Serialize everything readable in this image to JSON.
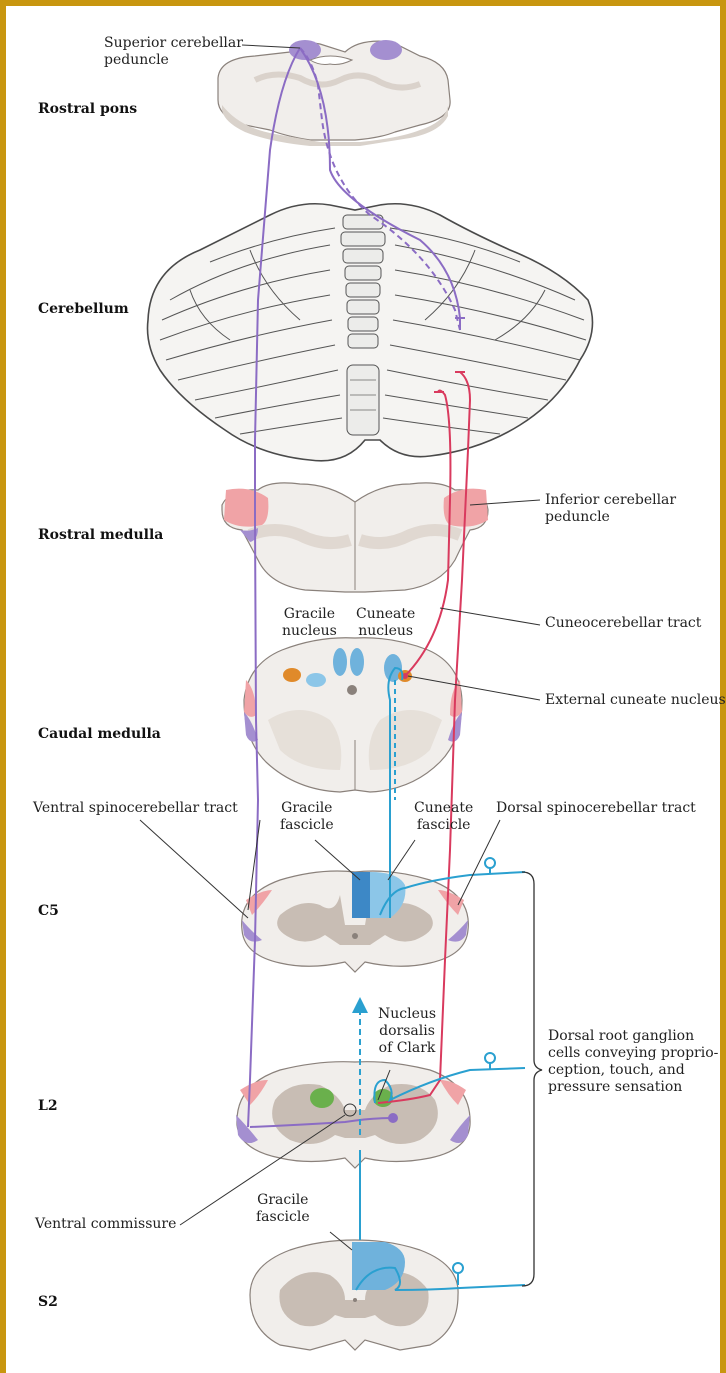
{
  "levels": {
    "rostral_pons": "Rostral pons",
    "cerebellum": "Cerebellum",
    "rostral_medulla": "Rostral medulla",
    "caudal_medulla": "Caudal medulla",
    "c5": "C5",
    "l2": "L2",
    "s2": "S2"
  },
  "labels": {
    "superior_cerebellar_peduncle": "Superior cerebellar\npeduncle",
    "inferior_cerebellar_peduncle": "Inferior cerebellar\npeduncle",
    "gracile_nucleus": "Gracile\nnucleus",
    "cuneate_nucleus": "Cuneate\nnucleus",
    "cuneocerebellar_tract": "Cuneocerebellar tract",
    "external_cuneate_nucleus": "External cuneate nucleus",
    "ventral_spinocerebellar_tract": "Ventral spinocerebellar tract",
    "gracile_fascicle_c5": "Gracile\nfascicle",
    "cuneate_fascicle": "Cuneate\nfascicle",
    "dorsal_spinocerebellar_tract": "Dorsal spinocerebellar tract",
    "nucleus_dorsalis": "Nucleus\ndorsalis\nof Clark",
    "drg_cells": "Dorsal root ganglion\ncells conveying proprio-\nception, touch, and\npressure sensation",
    "ventral_commissure": "Ventral commissure",
    "gracile_fascicle_s2": "Gracile\nfascicle"
  },
  "colors": {
    "frame": "#c8960f",
    "ventral_tract": "#8b6cc4",
    "dorsal_tract": "#d93a5e",
    "dorsal_column": "#2aa0d0",
    "tissue": "#f1eeeb",
    "gray_matter": "#c8bdb4",
    "pink_region": "#f0a3a6",
    "purple_region": "#a48fd0",
    "blue_region": "#6fb2dc",
    "orange_region": "#e08a2a",
    "green_region": "#6ab04c"
  }
}
